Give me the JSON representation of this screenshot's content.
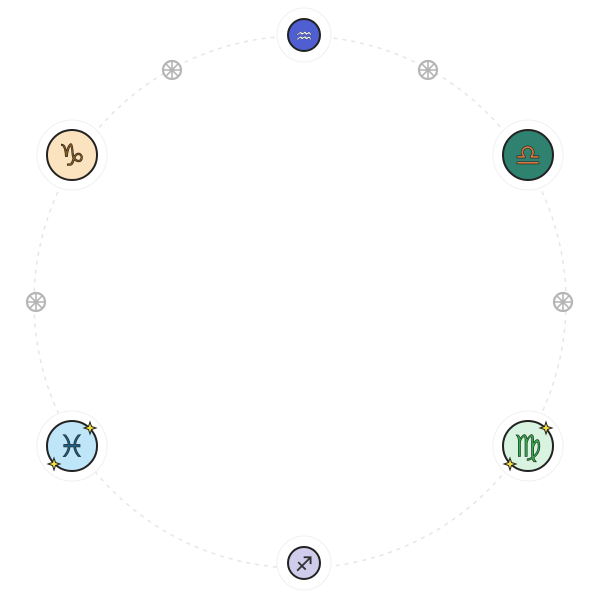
{
  "ring": {
    "stroke": "#e6e6e6"
  },
  "signs": [
    {
      "name": "aquarius",
      "icon": "aquarius-icon",
      "glyph": "♒",
      "fill": "#4f5fd1",
      "ink": "#ffffff",
      "size": "small",
      "slot": 0
    },
    {
      "name": "libra",
      "icon": "libra-icon",
      "glyph": "♎",
      "fill": "#2f8270",
      "ink": "#d9773a",
      "size": "large",
      "slot": 1
    },
    {
      "name": "virgo",
      "icon": "virgo-icon",
      "glyph": "♍",
      "fill": "#d8f3df",
      "ink": "#2fae4a",
      "size": "large",
      "slot": 2,
      "sparkles": true
    },
    {
      "name": "sagittarius",
      "icon": "sagittarius-icon",
      "glyph": "♐",
      "fill": "#cfcdeb",
      "ink": "#333333",
      "size": "small",
      "slot": 3
    },
    {
      "name": "pisces",
      "icon": "pisces-icon",
      "glyph": "♓",
      "fill": "#bfe6f8",
      "ink": "#1f5f86",
      "size": "large",
      "slot": 4,
      "sparkles": true
    },
    {
      "name": "capricorn",
      "icon": "capricorn-icon",
      "glyph": "♑",
      "fill": "#fbe3c0",
      "ink": "#8a5a1a",
      "size": "large",
      "slot": 5
    }
  ],
  "wheels": {
    "count": 4,
    "color": "#b5b5b5"
  }
}
